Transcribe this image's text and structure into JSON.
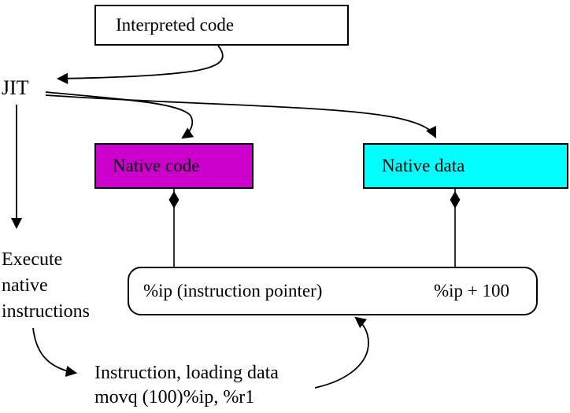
{
  "diagram": {
    "interpreted_box": {
      "label": "Interpreted code"
    },
    "jit_label": "JIT",
    "native_code_box": {
      "label": "Native code",
      "fill": "#cc00cc"
    },
    "native_data_box": {
      "label": "Native data",
      "fill": "#00ffff"
    },
    "pointer_box": {
      "left_label": "%ip (instruction pointer)",
      "right_label": "%ip + 100"
    },
    "execute_label": {
      "line1": "Execute",
      "line2": "native",
      "line3": "instructions"
    },
    "instruction_label": {
      "line1": "Instruction, loading data",
      "line2": "movq (100)%ip, %r1"
    },
    "colors": {
      "stroke": "#000000",
      "background": "#ffffff"
    }
  }
}
